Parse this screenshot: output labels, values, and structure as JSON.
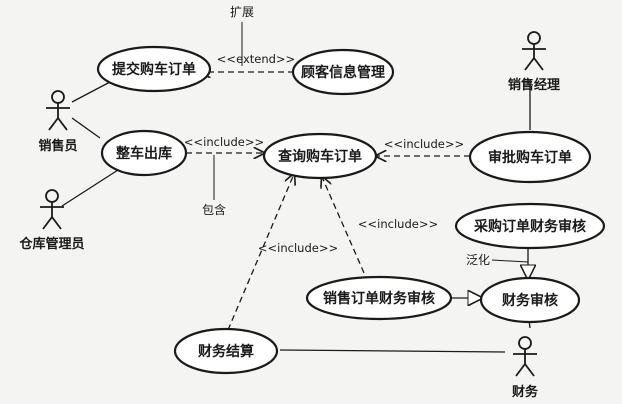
{
  "diagram": {
    "actors": {
      "salesperson": "销售员",
      "warehouse_manager": "仓库管理员",
      "sales_manager": "销售经理",
      "finance": "财务"
    },
    "use_cases": {
      "submit_order": "提交购车订单",
      "customer_info": "顾客信息管理",
      "vehicle_outbound": "整车出库",
      "query_order": "查询购车订单",
      "approve_order": "审批购车订单",
      "purchase_finance_review": "采购订单财务审核",
      "sales_finance_review": "销售订单财务审核",
      "finance_review": "财务审核",
      "finance_settlement": "财务结算"
    },
    "relations": {
      "extend": "<<extend>>",
      "include_outbound": "<<include>>",
      "include_approve": "<<include>>",
      "include_sales_review": "<<include>>",
      "include_settlement": "<<include>>"
    },
    "notes": {
      "extend": "扩展",
      "include": "包含",
      "generalization": "泛化"
    }
  }
}
